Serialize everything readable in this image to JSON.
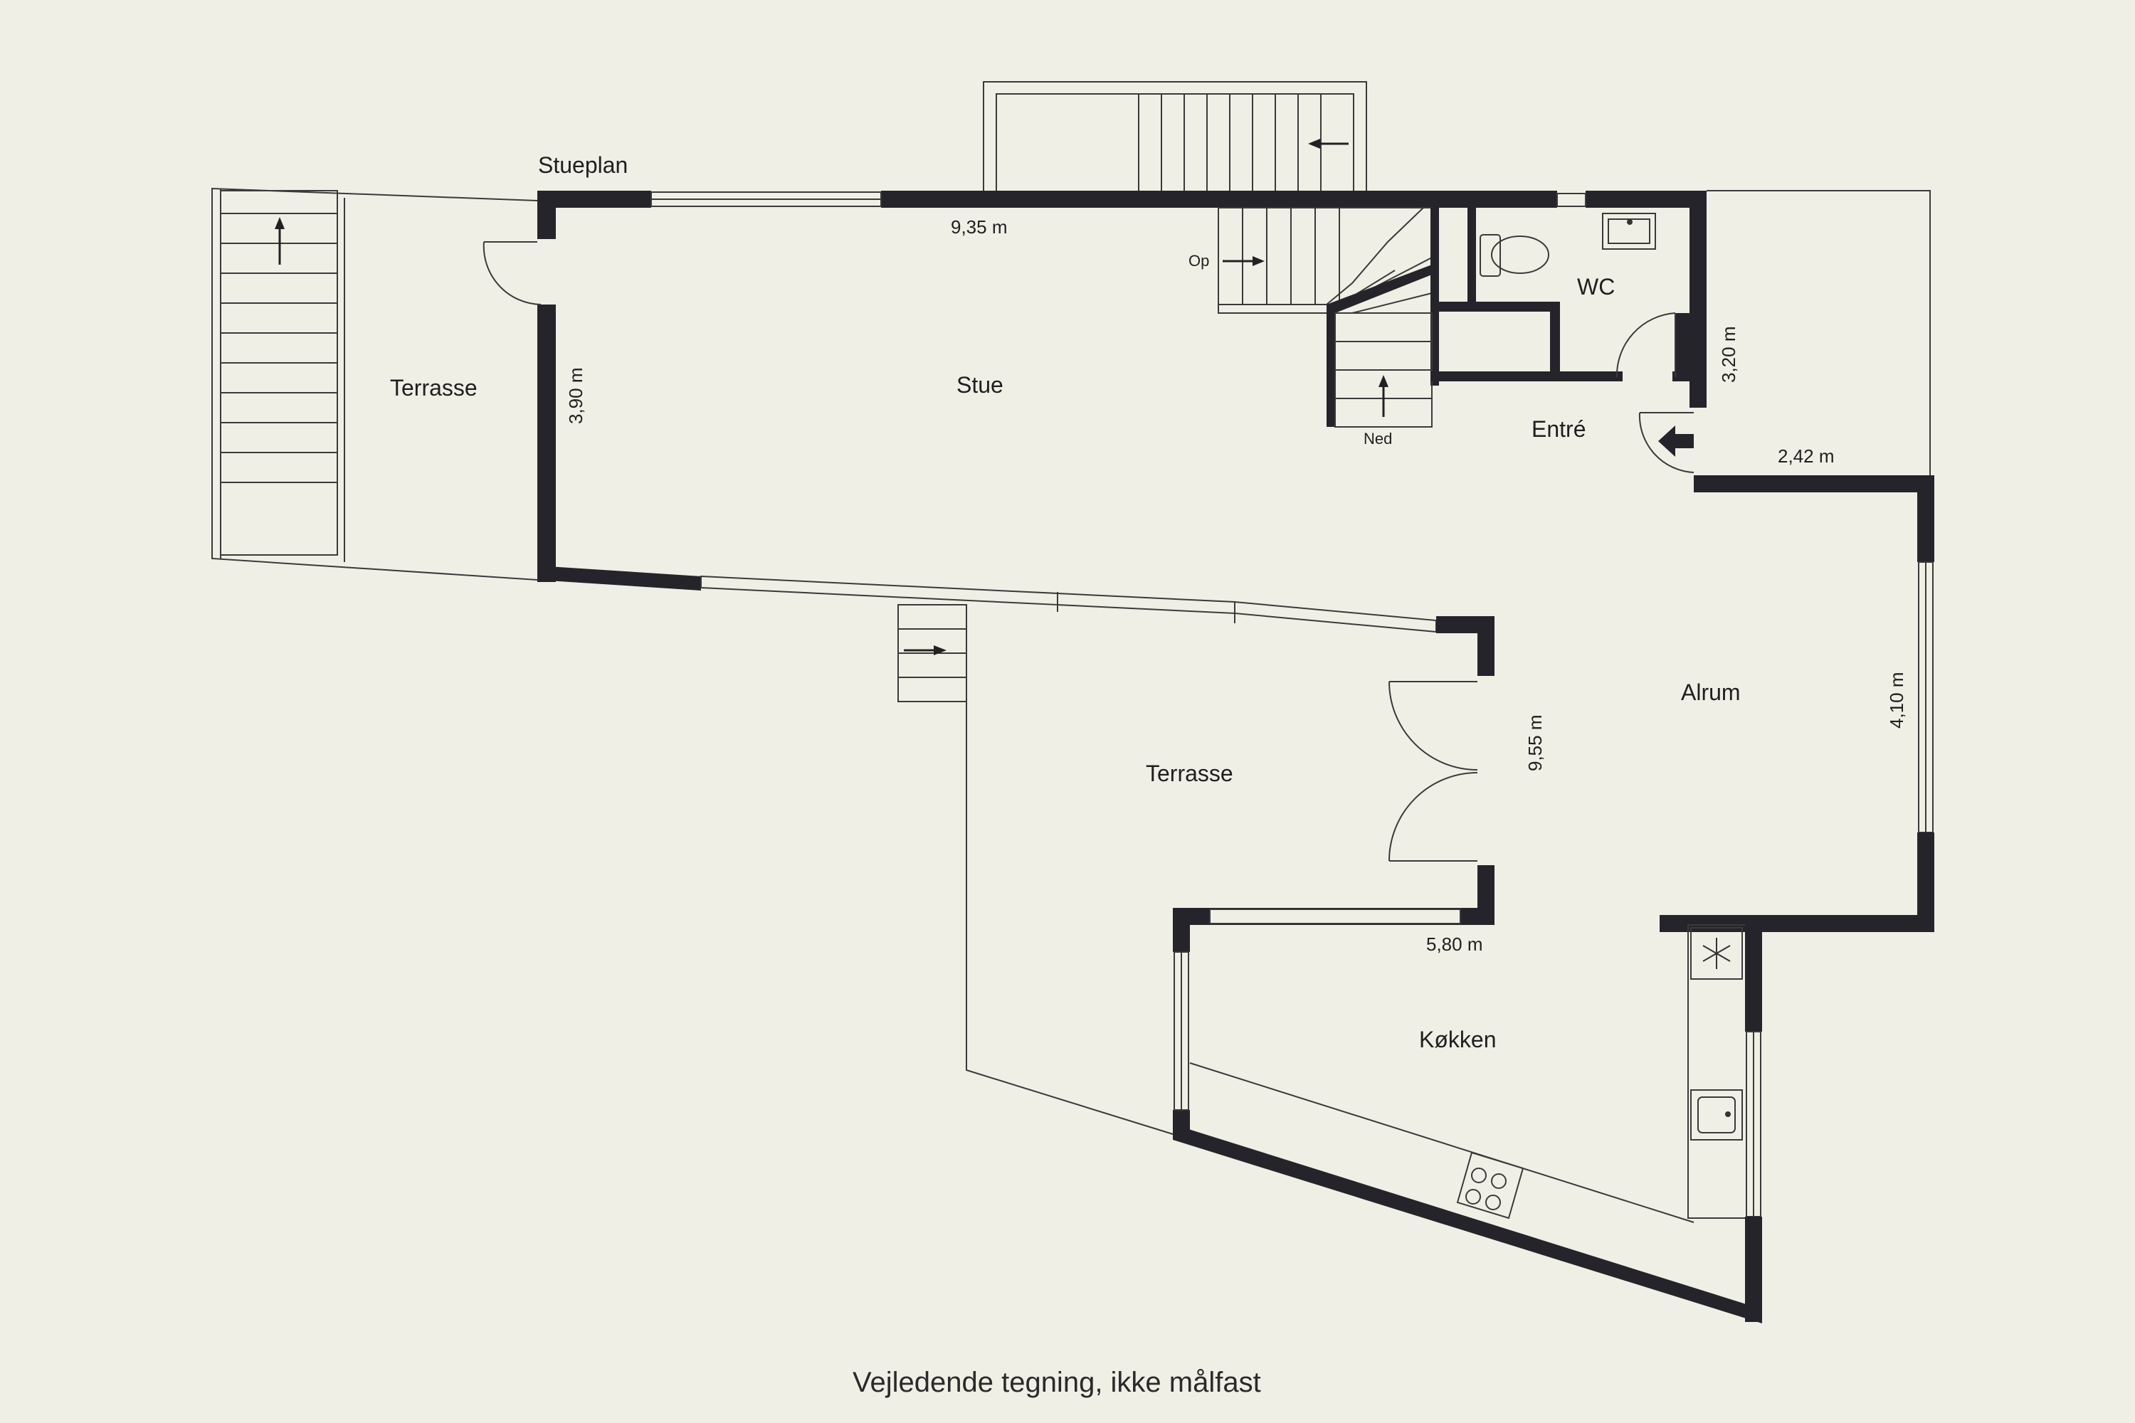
{
  "plan_title": "Stueplan",
  "rooms": {
    "stue": "Stue",
    "terrasse_left": "Terrasse",
    "terrasse_mid": "Terrasse",
    "wc": "WC",
    "entre": "Entré",
    "alrum": "Alrum",
    "kokken": "Køkken"
  },
  "dimensions": {
    "stue_width": "9,35 m",
    "stue_depth": "3,90 m",
    "entre_depth": "3,20 m",
    "entre_width": "2,42 m",
    "alrum_depth": "4,10 m",
    "alrum_length": "9,55 m",
    "kokken_width": "5,80 m"
  },
  "stairs": {
    "up": "Op",
    "down": "Ned"
  },
  "footer": "Vejledende tegning, ikke målfast",
  "colors": {
    "background": "#f0efe6",
    "wall": "#25242a",
    "line": "#3a3a3a"
  },
  "icons": [
    "freezer-snowflake-icon",
    "sink-icon",
    "stove-icon",
    "toilet-icon",
    "washbasin-icon",
    "entrance-arrow-icon"
  ]
}
